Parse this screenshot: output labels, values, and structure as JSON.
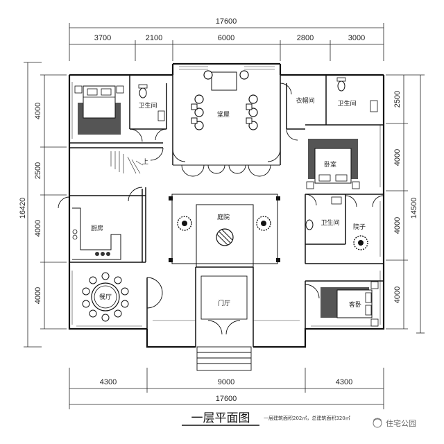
{
  "dimensions": {
    "top_total": "17600",
    "top_segments": [
      "3700",
      "2100",
      "6000",
      "2800",
      "3000"
    ],
    "bottom_segments": [
      "4300",
      "9000",
      "4300"
    ],
    "bottom_total": "17600",
    "left_total": "16420",
    "left_segments": [
      "4000",
      "2500",
      "4000",
      "4000"
    ],
    "right_total": "14500",
    "right_segments": [
      "2500",
      "4000",
      "4000",
      "4000"
    ]
  },
  "rooms": {
    "toilet_left": "卫生间",
    "main_hall": "堂屋",
    "closet": "衣帽间",
    "toilet_right_top": "卫生间",
    "bedroom": "卧室",
    "stair": "上",
    "kitchen": "厨房",
    "courtyard": "庭院",
    "toilet_right_mid": "卫生间",
    "yard": "院子",
    "dining": "餐厅",
    "entry_hall": "门厅",
    "guest_bedroom": "客卧"
  },
  "caption": {
    "title": "一层平面图",
    "area_note": "一层建筑面积202㎡，总建筑面积320㎡"
  },
  "watermark": "住宅公园"
}
